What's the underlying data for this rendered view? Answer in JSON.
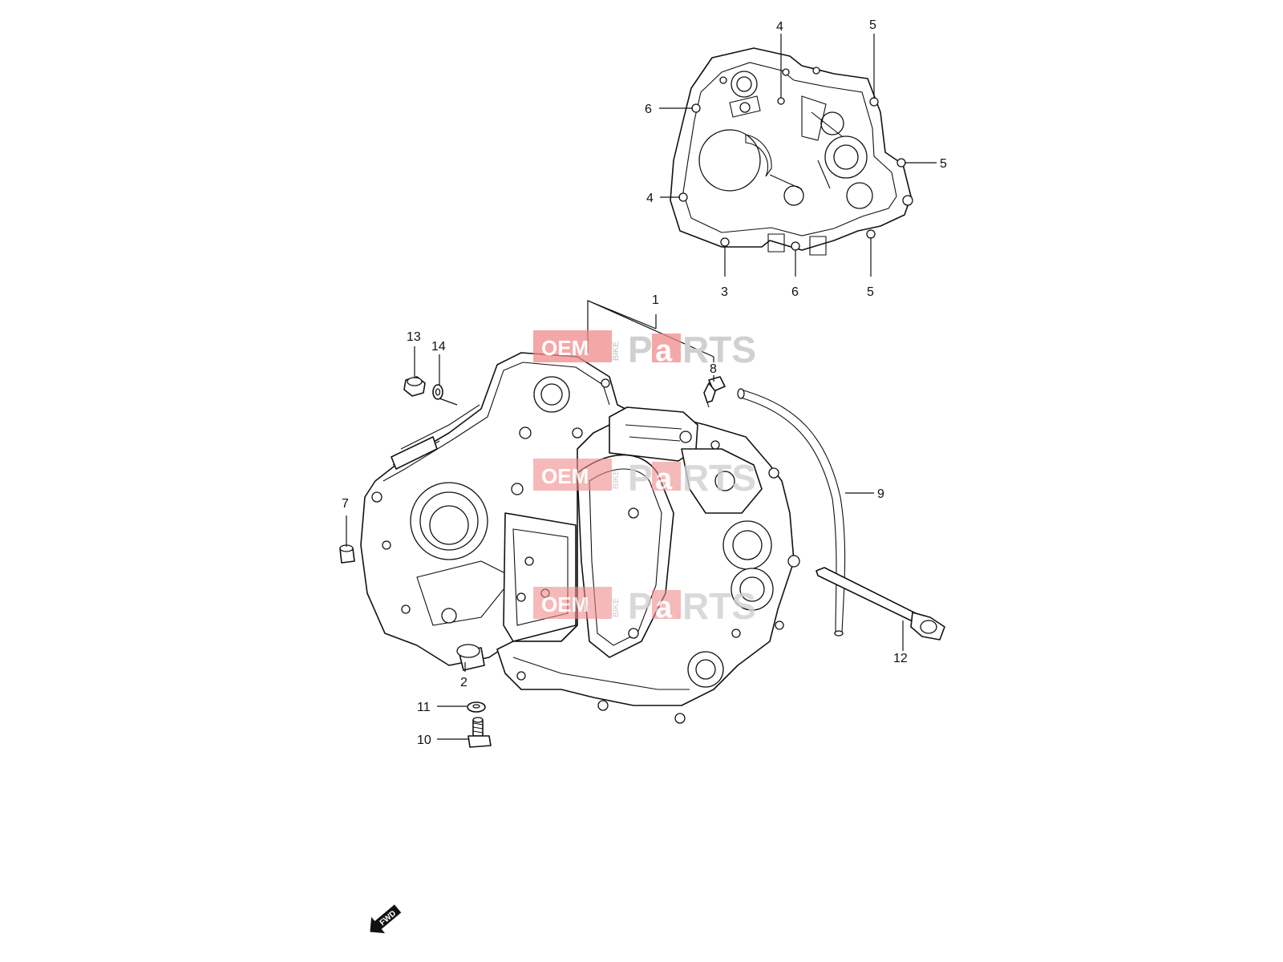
{
  "diagram": {
    "callouts": [
      {
        "id": "label-4a",
        "text": "4"
      },
      {
        "id": "label-5a",
        "text": "5"
      },
      {
        "id": "label-6a",
        "text": "6"
      },
      {
        "id": "label-5b",
        "text": "5"
      },
      {
        "id": "label-4b",
        "text": "4"
      },
      {
        "id": "label-3",
        "text": "3"
      },
      {
        "id": "label-6b",
        "text": "6"
      },
      {
        "id": "label-5c",
        "text": "5"
      },
      {
        "id": "label-1",
        "text": "1"
      },
      {
        "id": "label-8",
        "text": "8"
      },
      {
        "id": "label-13",
        "text": "13"
      },
      {
        "id": "label-14",
        "text": "14"
      },
      {
        "id": "label-9",
        "text": "9"
      },
      {
        "id": "label-7",
        "text": "7"
      },
      {
        "id": "label-12",
        "text": "12"
      },
      {
        "id": "label-2",
        "text": "2"
      },
      {
        "id": "label-11",
        "text": "11"
      },
      {
        "id": "label-10",
        "text": "10"
      }
    ],
    "fwd_arrow_text": "FWD",
    "watermark": {
      "part1": "OEM",
      "side": "BIKE",
      "part2a": "P",
      "part2b": "a",
      "part2c": "RTS",
      "color": "#e85c5c"
    }
  }
}
